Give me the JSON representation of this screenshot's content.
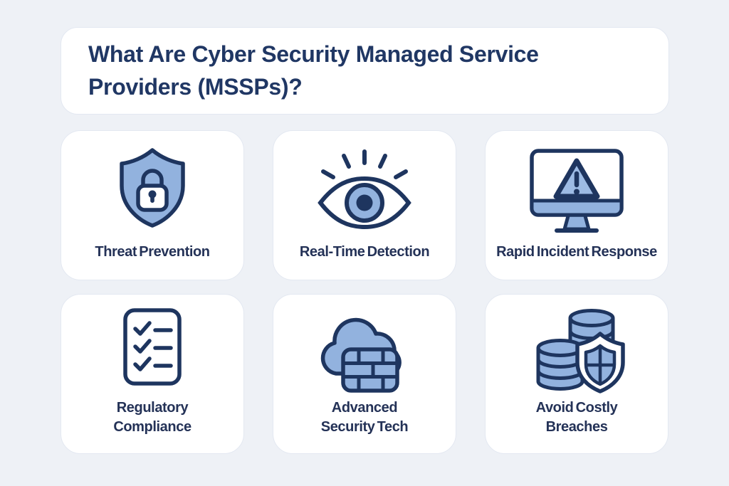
{
  "title": "What Are Cyber Security Managed Service\nProviders (MSSPs)?",
  "colors": {
    "page_background": "#eef1f6",
    "card_background": "#ffffff",
    "card_border": "#e3e8f1",
    "title_text": "#203764",
    "label_text": "#243257",
    "icon_outline_navy": "#1e355f",
    "icon_fill_light_blue": "#92b2de"
  },
  "cards": [
    {
      "label": "Threat Prevention",
      "icon": "shield-lock-icon"
    },
    {
      "label": "Real-Time Detection",
      "icon": "eye-icon"
    },
    {
      "label": "Rapid Incident Response",
      "icon": "monitor-warning-icon"
    },
    {
      "label": "Regulatory\nCompliance",
      "icon": "checklist-icon"
    },
    {
      "label": "Advanced\nSecurity Tech",
      "icon": "cloud-firewall-icon"
    },
    {
      "label": "Avoid Costly\nBreaches",
      "icon": "coins-shield-icon"
    }
  ]
}
